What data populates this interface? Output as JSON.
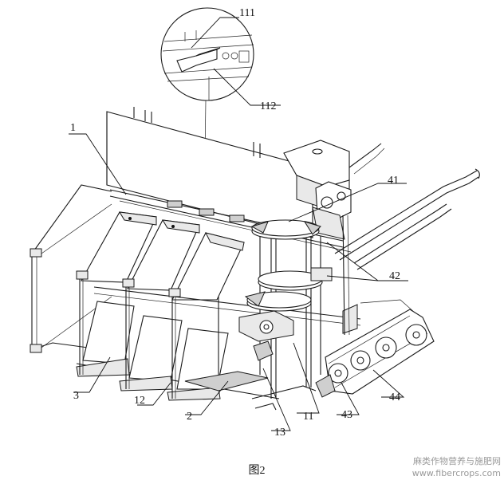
{
  "figure": {
    "caption": "图2",
    "watermark_cn": "麻类作物营养与施肥网",
    "watermark_url": "www.fibercrops.com"
  },
  "labels": {
    "l111": "111",
    "l112": "112",
    "l1": "1",
    "l41": "41",
    "l42": "42",
    "l3": "3",
    "l12": "12",
    "l2": "2",
    "l13": "13",
    "l11": "11",
    "l43": "43",
    "l44": "44"
  }
}
